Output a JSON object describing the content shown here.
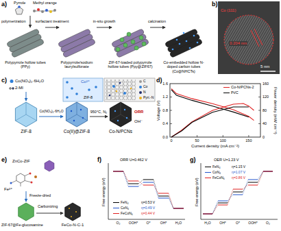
{
  "diagram": {
    "labels": [
      "a)",
      "Pyrrole",
      "Methyl orange",
      "polymerization",
      "Polypyrrole hollow tubes (PPy)",
      "surfactant treatment",
      "Polypyrrole/sodium laurylsulfonate",
      "in-situ growth",
      "ZIF-67-loaded polypyrrole hollow tubes (Ppy@ZIF67)",
      "calcination",
      "Co-embedded hollow N-doped carbon tubes (Co@NHCTs)",
      "b)",
      "Co (111)",
      "0.204 nm",
      "5 nm",
      "c)",
      "Co(NO₃)₂·6H₂O",
      "2-MI",
      "Co²⁺",
      "ZIF-8",
      "ZIF-8",
      "Co(NO₃)₂·6H₂O",
      "Co(II)@ZIF-8",
      "950°C, N₂",
      "Co-N/PCNs",
      "ORR",
      "OH⁻",
      "d)",
      "Voltage (V)",
      "Power density (mW cm⁻²)",
      "Current density (mA cm⁻²)",
      "1.6",
      "1.2",
      "0.8",
      "0.4",
      "0.0",
      "0",
      "50",
      "100",
      "150",
      "0",
      "40",
      "80",
      "120",
      "160",
      "e)",
      "ZnCo-ZIF",
      "Fe³⁺",
      "Freeze-dried",
      "Carbonizing",
      "ZIF-67@Fe-glucosamine",
      "FeCo-N-C-1",
      "f)",
      "ORR U=0.462 V",
      "Free energy (eV)",
      "η=0.53 V",
      "η=0.49 V",
      "η=0.44 V",
      "O₂",
      "OOH*",
      "O*",
      "OH*",
      "H₂O",
      "g)",
      "OER U=1.23 V",
      "Free energy (eV)",
      "η=1.15 V",
      "η=1.07 V",
      "η=0.86 V",
      "H₂O",
      "OH*",
      "O*",
      "OOH*",
      "O₂"
    ],
    "legend": [
      {
        "text": "C",
        "color": "#9a9a9a"
      },
      {
        "text": "Co",
        "color": "#2f7fd8"
      },
      {
        "text": "N",
        "color": "#23306e"
      },
      {
        "text": "Pyri.-N",
        "color": "#e8b020"
      },
      {
        "text": "Co-N/PCNs-2"
      },
      {
        "text": "Pt/C"
      },
      {
        "text": "FeN₄"
      },
      {
        "text": "CoN₄"
      },
      {
        "text": "FeCoN₆"
      },
      {
        "text": "FeN₄"
      },
      {
        "text": "CoN₄"
      },
      {
        "text": "FeCoN₆"
      }
    ]
  }
}
